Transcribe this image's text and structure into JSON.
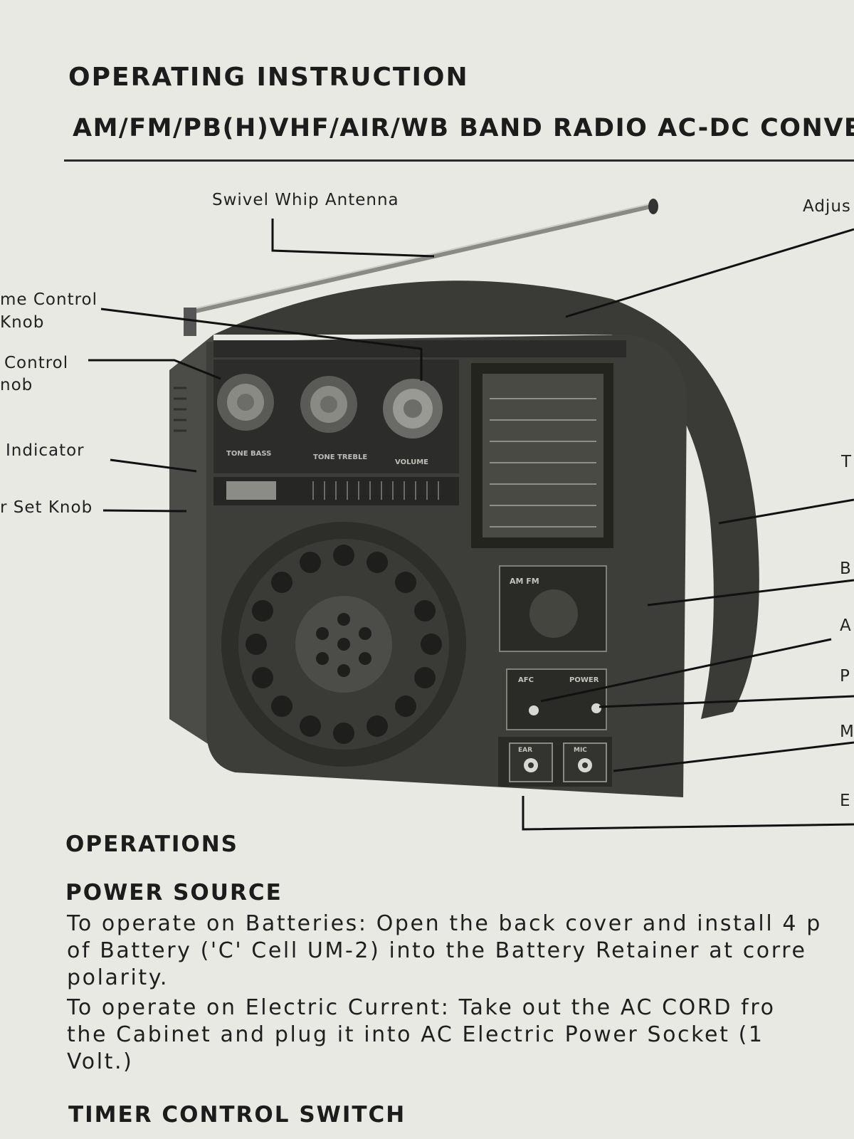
{
  "header": {
    "title": "OPERATING INSTRUCTION",
    "subtitle": "AM/FM/PB(H)VHF/AIR/WB BAND RADIO AC-DC CONVE"
  },
  "figure": {
    "labels": {
      "antenna": "Swivel Whip Antenna",
      "adjust": "Adjus",
      "volume_control": "me Control",
      "volume_knob": "Knob",
      "tone_control": "Control",
      "tone_knob": "nob",
      "indicator": "Indicator",
      "set_knob": "r Set Knob",
      "right_t": "T",
      "right_b": "B",
      "right_a": "A",
      "right_p": "P",
      "right_m": "M",
      "right_e": "E"
    },
    "panel": {
      "knob1": "TONE BASS",
      "knob2": "TONE TREBLE",
      "knob3": "VOLUME",
      "band": "AM  FM",
      "afc": "AFC",
      "power": "POWER",
      "ear": "EAR",
      "mic": "MIC"
    }
  },
  "operations": {
    "heading": "OPERATIONS",
    "power_source": {
      "heading": "POWER SOURCE",
      "lines": [
        "To operate on Batteries: Open the back cover and install 4 p",
        "of Battery ('C' Cell UM-2) into the Battery Retainer at corre",
        "polarity.",
        "To operate on Electric Current: Take out the AC CORD fro",
        "the Cabinet and plug it into AC Electric Power Socket (1",
        "Volt.)"
      ]
    },
    "timer": {
      "heading": "TIMER CONTROL SWITCH"
    }
  }
}
